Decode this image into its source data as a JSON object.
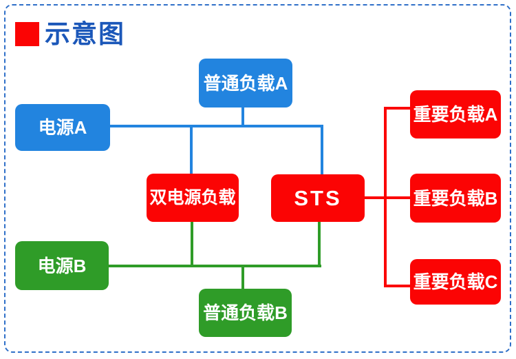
{
  "title": {
    "text": "示意图"
  },
  "colors": {
    "blue": "#2284DF",
    "green": "#2F9C28",
    "red": "#FB0404",
    "title_text": "#1B57B9",
    "border": "#2E6FC8",
    "node_text": "#FFFFFF"
  },
  "nodes": {
    "normal_load_a": {
      "label": "普通负载A",
      "color": "blue"
    },
    "power_a": {
      "label": "电源A",
      "color": "blue"
    },
    "dual_load": {
      "label": "双电源负载",
      "color": "red"
    },
    "sts": {
      "label": "STS",
      "color": "red"
    },
    "imp_load_a": {
      "label": "重要负载A",
      "color": "red"
    },
    "imp_load_b": {
      "label": "重要负载B",
      "color": "red"
    },
    "imp_load_c": {
      "label": "重要负载C",
      "color": "red"
    },
    "power_b": {
      "label": "电源B",
      "color": "green"
    },
    "normal_load_b": {
      "label": "普通负载B",
      "color": "green"
    }
  },
  "edges": [
    {
      "from": "power_a",
      "to": "normal_load_a",
      "color": "blue"
    },
    {
      "from": "power_a",
      "to": "dual_load",
      "color": "blue"
    },
    {
      "from": "power_a",
      "to": "sts",
      "color": "blue"
    },
    {
      "from": "power_b",
      "to": "dual_load",
      "color": "green"
    },
    {
      "from": "power_b",
      "to": "normal_load_b",
      "color": "green"
    },
    {
      "from": "power_b",
      "to": "sts",
      "color": "green"
    },
    {
      "from": "sts",
      "to": "imp_load_a",
      "color": "red"
    },
    {
      "from": "sts",
      "to": "imp_load_b",
      "color": "red"
    },
    {
      "from": "sts",
      "to": "imp_load_c",
      "color": "red"
    }
  ]
}
